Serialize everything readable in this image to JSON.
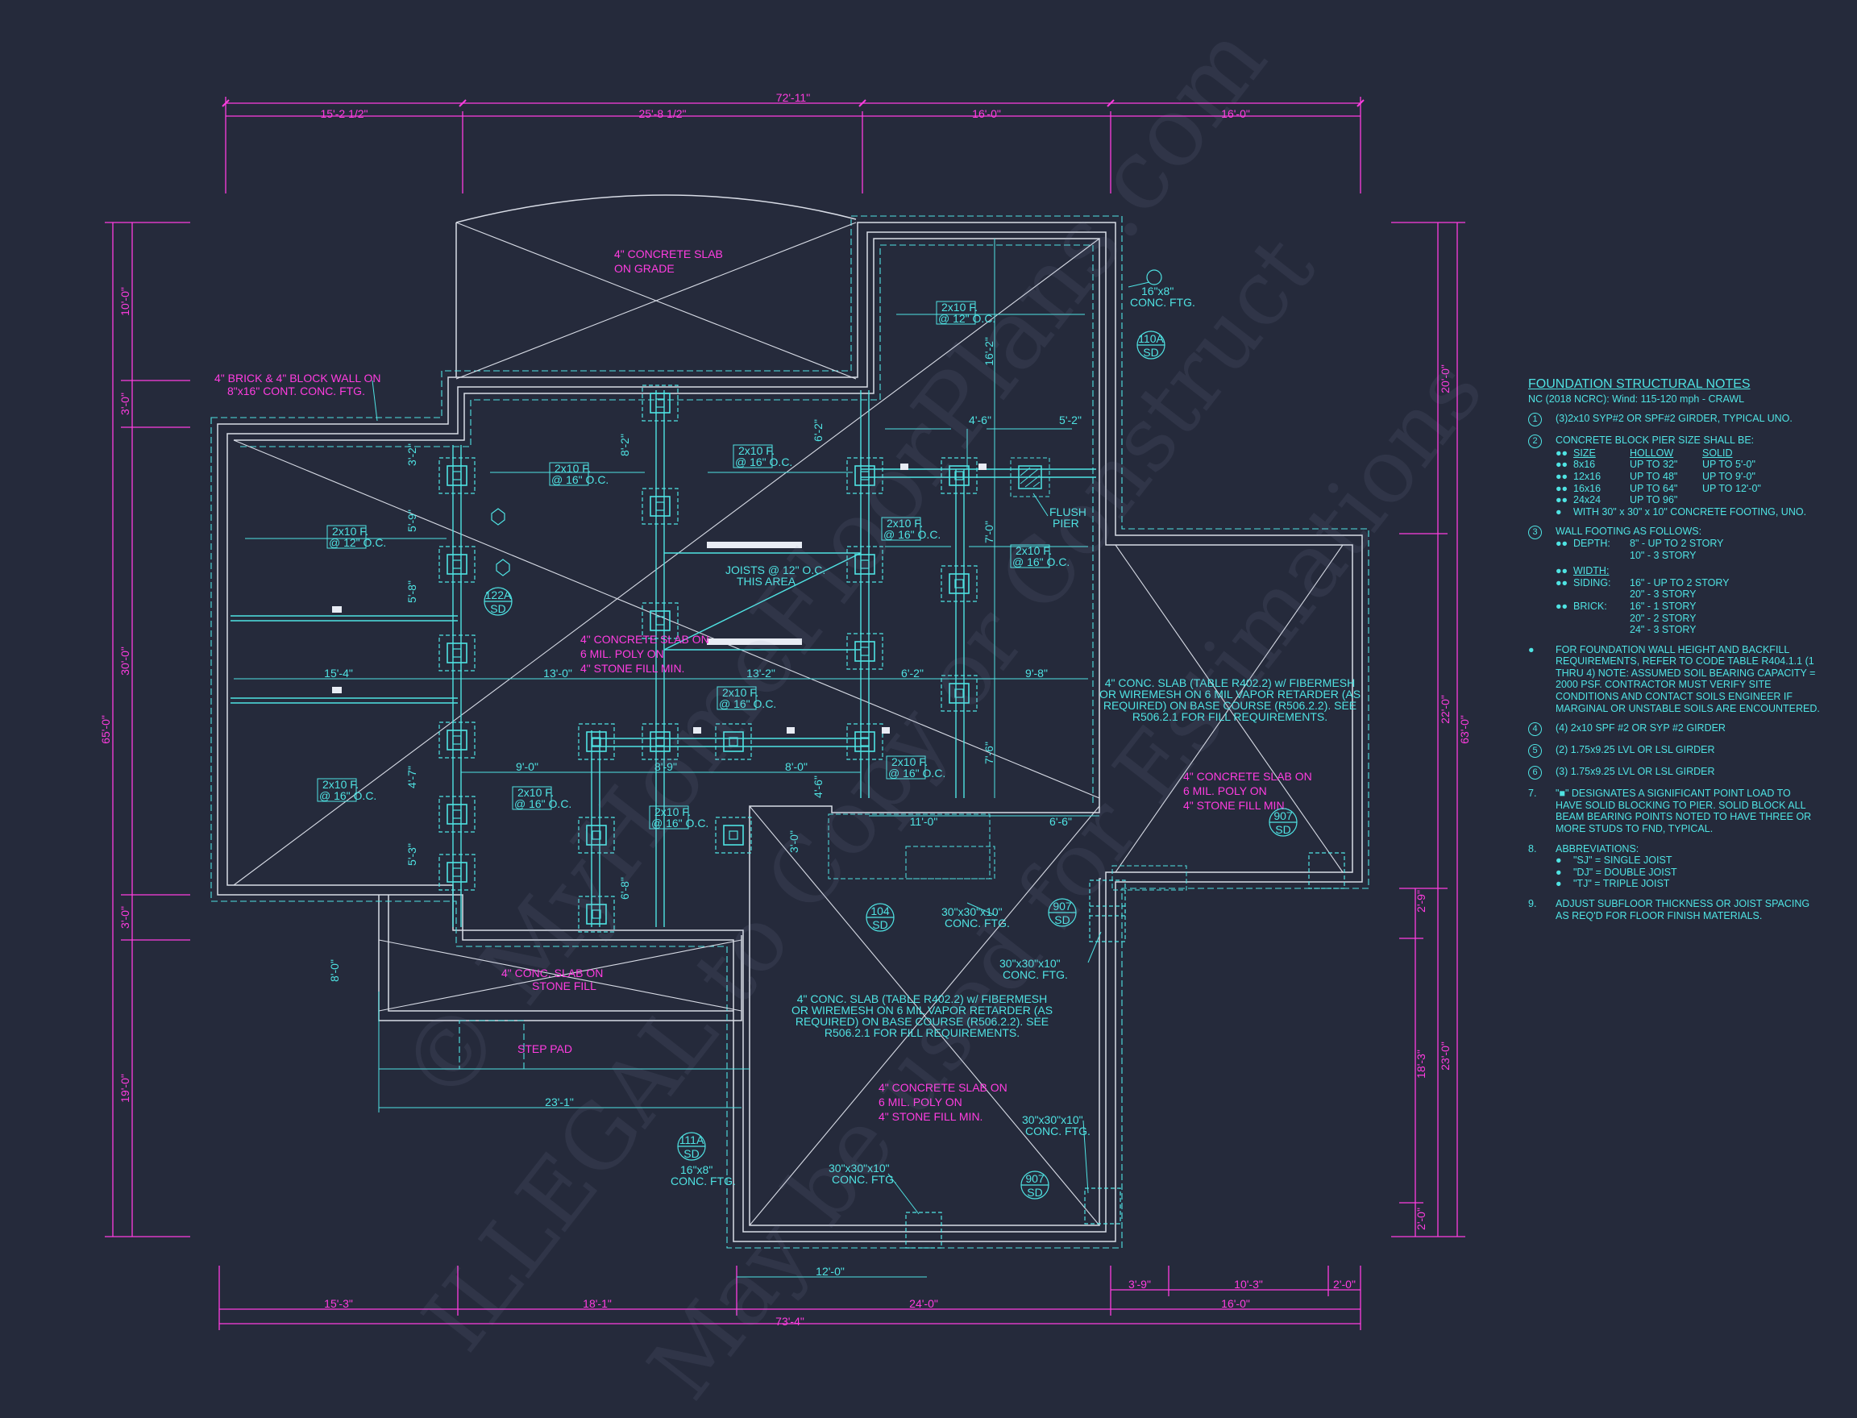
{
  "colors": {
    "background": "#252a3b",
    "cyan": "#4fe3e3",
    "magenta": "#ff3de0",
    "white": "#e8ecf4"
  },
  "dims_top": {
    "overall": "72'-11\"",
    "segments": [
      "15'-2 1/2\"",
      "25'-8 1/2\"",
      "16'-0\"",
      "16'-0\""
    ]
  },
  "dims_bottom": {
    "overall": "73'-4\"",
    "segments": [
      "15'-3\"",
      "18'-1\"",
      "24'-0\"",
      "16'-0\""
    ],
    "upper": [
      "12'-0\"",
      "3'-9\"",
      "10'-3\"",
      "2'-0\""
    ]
  },
  "dims_left": {
    "overall": "65'-0\"",
    "segments": [
      "10'-0\"",
      "3'-0\"",
      "30'-0\"",
      "3'-0\"",
      "19'-0\""
    ]
  },
  "dims_right": {
    "overall": "63'-0\"",
    "segments": [
      "20'-0\"",
      "22'-0\"",
      "23'-0\""
    ],
    "inner": [
      "2'-9\"",
      "18'-3\"",
      "2'-0\""
    ]
  },
  "labels": {
    "slab_top": [
      "4\" CONCRETE SLAB",
      "ON GRADE"
    ],
    "brick_wall": [
      "4\" BRICK & 4\" BLOCK WALL ON",
      "8\"x16\" CONT. CONC. FTG."
    ],
    "slab_center": [
      "4\" CONCRETE SLAB ON",
      "6 MIL. POLY ON",
      "4\" STONE FILL MIN."
    ],
    "slab_right_magenta": [
      "4\" CONCRETE SLAB ON",
      "6 MIL. POLY ON",
      "4\" STONE FILL MIN."
    ],
    "slab_bottom_magenta": [
      "4\" CONCRETE SLAB ON",
      "6 MIL. POLY ON",
      "4\" STONE FILL MIN."
    ],
    "slab_left_small": [
      "4\" CONC. SLAB ON",
      "STONE FILL"
    ],
    "step_pad": "STEP PAD",
    "slab_right_cyan": [
      "4\" CONC. SLAB (TABLE R402.2) w/ FIBERMESH",
      "OR WIREMESH ON 6 MIL VAPOR RETARDER (AS",
      "REQUIRED) ON BASE COURSE (R506.2.2). SEE",
      "R506.2.1 FOR FILL REQUIREMENTS."
    ],
    "slab_bottom_cyan": [
      "4\" CONC. SLAB (TABLE R402.2) w/ FIBERMESH",
      "OR WIREMESH ON 6 MIL VAPOR RETARDER (AS",
      "REQUIRED) ON BASE COURSE (R506.2.2). SEE",
      "R506.2.1 FOR FILL REQUIREMENTS."
    ],
    "joists_area": [
      "JOISTS @ 12\" O.C.",
      "THIS AREA"
    ],
    "flush_pier": [
      "FLUSH",
      "PIER"
    ],
    "ftg_16x8": [
      "16\"x8\"",
      "CONC. FTG."
    ],
    "ftg_30": [
      "30\"x30\"x10\"",
      "CONC. FTG."
    ],
    "joist_2x10_16": [
      "2x10 F.",
      "@ 16\" O.C."
    ],
    "joist_2x10_12": [
      "2x10 F.",
      "@ 12\" O.C."
    ],
    "interior_dims": [
      "15'-4\"",
      "13'-0\"",
      "13'-2\"",
      "6'-2\"",
      "9'-8\"",
      "9'-0\"",
      "8'-9\"",
      "8'-0\"",
      "11'-0\"",
      "6'-6\"",
      "4'-6\"",
      "5'-2\"",
      "23'-1\"",
      "8'-0\"",
      "16'-2\"",
      "8'-2\"",
      "6'-2\"",
      "7'-6\"",
      "5'-8\"",
      "7'-0\"",
      "3'-2\"",
      "5'-9\"",
      "4'-7\"",
      "5'-3\"",
      "6'-8\"",
      "3'-0\"",
      "4'-6\""
    ],
    "sections": [
      {
        "top": "110A",
        "bot": "SD"
      },
      {
        "top": "122A",
        "bot": "SD"
      },
      {
        "top": "104",
        "bot": "SD"
      },
      {
        "top": "907",
        "bot": "SD"
      },
      {
        "top": "111A",
        "bot": "SD"
      }
    ],
    "callout_numbers": [
      "1",
      "2",
      "3",
      "4",
      "5",
      "6"
    ]
  },
  "notes": {
    "title": "FOUNDATION STRUCTURAL NOTES",
    "subtitle": "NC (2018 NCRC): Wind: 115-120 mph - CRAWL",
    "n1": "(3)2x10 SYP#2 OR SPF#2 GIRDER, TYPICAL UNO.",
    "n2": "CONCRETE BLOCK PIER SIZE SHALL BE:",
    "pier_headers": [
      "SIZE",
      "HOLLOW",
      "SOLID"
    ],
    "pier_rows": [
      [
        "8x16",
        "UP TO 32\"",
        "UP TO 5'-0\""
      ],
      [
        "12x16",
        "UP TO 48\"",
        "UP TO 9'-0\""
      ],
      [
        "16x16",
        "UP TO 64\"",
        "UP TO 12'-0\""
      ],
      [
        "24x24",
        "UP TO 96\"",
        ""
      ]
    ],
    "n2_footer": "WITH 30\" x 30\" x 10\" CONCRETE FOOTING, UNO.",
    "n3": "WALL FOOTING AS FOLLOWS:",
    "depth_label": "DEPTH:",
    "depth": [
      "8\" - UP TO 2 STORY",
      "10\" - 3 STORY"
    ],
    "width_label": "WIDTH:",
    "siding_label": "SIDING:",
    "siding": [
      "16\" - UP TO 2 STORY",
      "20\" - 3 STORY"
    ],
    "brick_label": "BRICK:",
    "brick": [
      "16\" - 1 STORY",
      "20\" - 2 STORY",
      "24\" - 3 STORY"
    ],
    "n_backfill": [
      "FOR FOUNDATION WALL HEIGHT AND BACKFILL",
      "REQUIREMENTS, REFER TO CODE TABLE R404.1.1 (1",
      "THRU 4) NOTE: ASSUMED SOIL BEARING CAPACITY =",
      "2000 PSF. CONTRACTOR MUST VERIFY SITE",
      "CONDITIONS AND CONTACT SOILS ENGINEER IF",
      "MARGINAL OR UNSTABLE SOILS ARE ENCOUNTERED."
    ],
    "n4": "(4) 2x10 SPF #2 OR SYP #2 GIRDER",
    "n5": "(2) 1.75x9.25 LVL OR LSL GIRDER",
    "n6": "(3) 1.75x9.25 LVL OR LSL GIRDER",
    "n7_num": "7.",
    "n7": [
      "\"■\" DESIGNATES A SIGNIFICANT POINT LOAD TO",
      "HAVE SOLID BLOCKING TO  PIER. SOLID BLOCK ALL",
      "BEAM BEARING POINTS NOTED TO HAVE THREE OR",
      "MORE STUDS TO FND, TYPICAL."
    ],
    "n8_num": "8.",
    "n8": "ABBREVIATIONS:",
    "abbrev": [
      "\"SJ\" = SINGLE JOIST",
      "\"DJ\" = DOUBLE JOIST",
      "\"TJ\" = TRIPLE JOIST"
    ],
    "n9_num": "9.",
    "n9": [
      "ADJUST SUBFLOOR THICKNESS OR JOIST SPACING",
      "AS REQ'D FOR FLOOR FINISH MATERIALS."
    ]
  },
  "watermark": [
    "© MyHomeFloorPlans.com",
    "ILLEGAL to Copy or Construct",
    "May be used for Estimations"
  ]
}
